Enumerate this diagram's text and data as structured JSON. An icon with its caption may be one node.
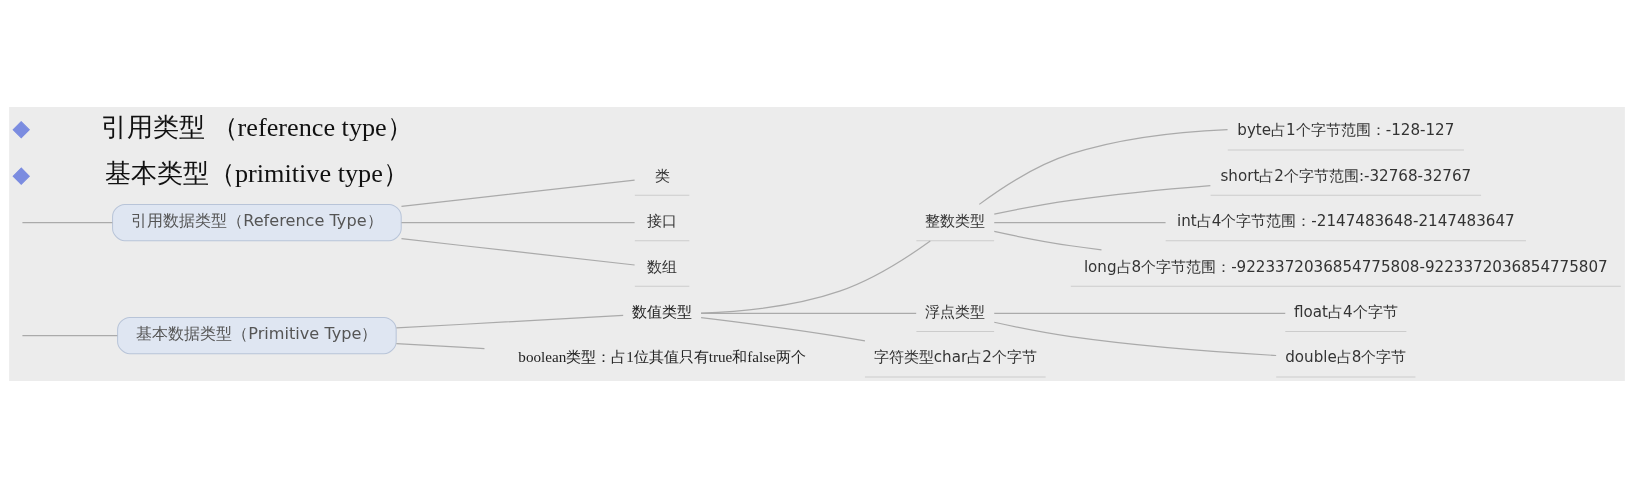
{
  "diagram": {
    "nodes": [
      {
        "text": [
          "基本数据类型（Primitive Type）"
        ]
      },
      {
        "text": [
          "数值类型"
        ]
      },
      {
        "text": [
          "整数类型"
        ]
      },
      {
        "text": [
          "byte占1个字节范围：-128-127"
        ]
      },
      {
        "text": [
          "short占2个字节范围:-32768-32767"
        ]
      },
      {
        "text": [
          "int占4个字节范围：-2147483648-2147483647"
        ]
      },
      {
        "text": [
          "long占8个字节范围：-9223372036854775808-9223372036854775807"
        ]
      },
      {
        "text": [
          "浮点类型"
        ]
      },
      {
        "text": [
          "float占4个字节"
        ]
      },
      {
        "text": [
          "double占8个字节"
        ]
      },
      {
        "text": [
          "字符类型char占2个字节"
        ]
      },
      {
        "text": [
          "boolean类型：占1位其值只有true和false两个"
        ]
      },
      {
        "text": [
          "引用数据类型（Reference Type）"
        ]
      },
      {
        "text": [
          "类"
        ]
      },
      {
        "text": [
          "接口"
        ]
      },
      {
        "text": [
          "数组"
        ]
      }
    ],
    "edges": [
      {
        "from": null,
        "to": 0,
        "arrow": "none"
      },
      {
        "from": 0,
        "to": 1,
        "arrow": "none"
      },
      {
        "from": 0,
        "to": 11,
        "arrow": "none"
      },
      {
        "from": 1,
        "to": 2,
        "arrow": "none"
      },
      {
        "from": 2,
        "to": 3,
        "arrow": "none"
      },
      {
        "from": 2,
        "to": 4,
        "arrow": "none"
      },
      {
        "from": 2,
        "to": 5,
        "arrow": "none"
      },
      {
        "from": 2,
        "to": 6,
        "arrow": "none"
      },
      {
        "from": 1,
        "to": 7,
        "arrow": "none"
      },
      {
        "from": 7,
        "to": 8,
        "arrow": "none"
      },
      {
        "from": 7,
        "to": 9,
        "arrow": "none"
      },
      {
        "from": 1,
        "to": 10,
        "arrow": "none"
      },
      {
        "from": null,
        "to": 12,
        "arrow": "none"
      },
      {
        "from": 12,
        "to": 13,
        "arrow": "none"
      },
      {
        "from": 12,
        "to": 14,
        "arrow": "none"
      },
      {
        "from": 12,
        "to": 15,
        "arrow": "none"
      }
    ],
    "labels": [
      "基本类型（primitive type）",
      "引用类型 （reference type）"
    ]
  }
}
